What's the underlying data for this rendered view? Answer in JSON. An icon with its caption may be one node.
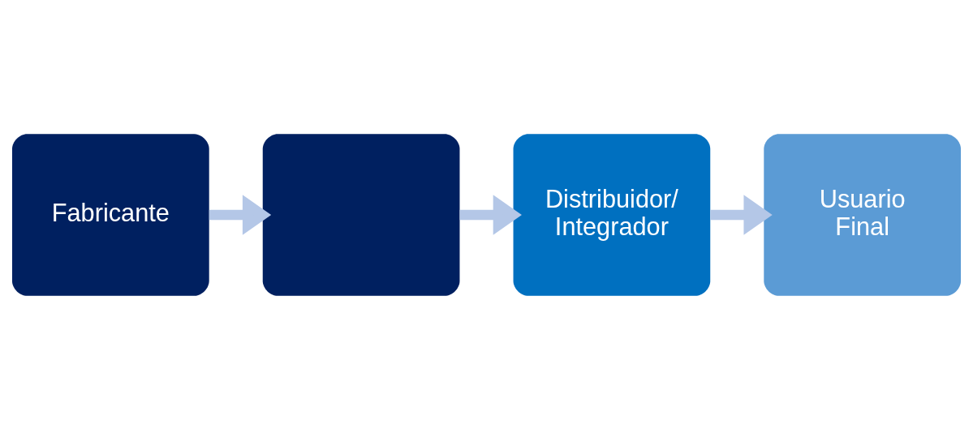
{
  "diagram": {
    "nodes": [
      {
        "text": [
          "Fabricante"
        ]
      },
      {
        "text": [],
        "shape": "box"
      },
      {
        "text": [
          "Distribuidor/ Integrador"
        ]
      },
      {
        "text": [
          "Usuario Final"
        ]
      }
    ],
    "edges": [
      {
        "from": 0,
        "to": 1,
        "arrow": "to"
      },
      {
        "from": 1,
        "to": 2,
        "arrow": "to"
      },
      {
        "from": 2,
        "to": 3,
        "arrow": "to"
      }
    ]
  }
}
